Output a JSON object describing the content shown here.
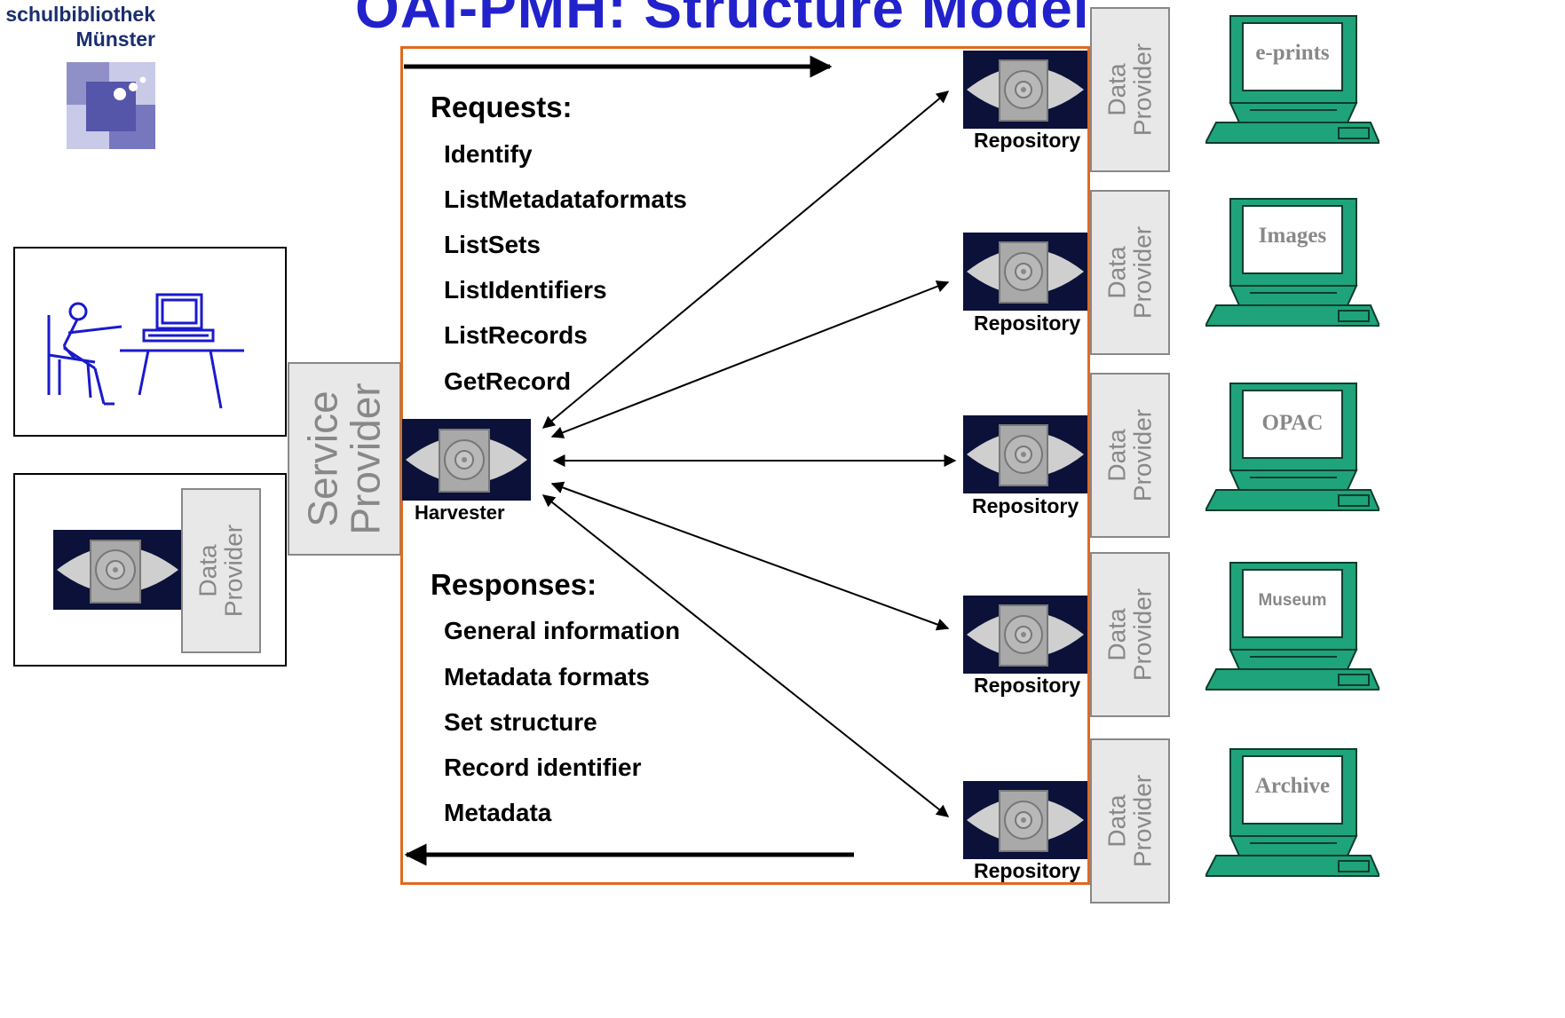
{
  "title": "OAI-PMH: Structure Model",
  "logo": {
    "line1": "schulbibliothek",
    "line2": "Münster"
  },
  "service_provider": {
    "line1": "Service",
    "line2": "Provider"
  },
  "harvester_label": "Harvester",
  "repository_label": "Repository",
  "data_provider": {
    "line1": "Data",
    "line2": "Provider"
  },
  "requests": {
    "heading": "Requests:",
    "items": [
      "Identify",
      "ListMetadataformats",
      "ListSets",
      "ListIdentifiers",
      "ListRecords",
      "GetRecord"
    ]
  },
  "responses": {
    "heading": "Responses:",
    "items": [
      "General information",
      "Metadata formats",
      "Set structure",
      "Record identifier",
      "Metadata"
    ]
  },
  "terminals": [
    "e-prints",
    "Images",
    "OPAC",
    "Museum",
    "Archive"
  ],
  "colors": {
    "title": "#2222cc",
    "frame": "#e06a1e",
    "terminal": "#1fa37a",
    "user_figure": "#1a1acc",
    "eye_background": "#0b1138"
  }
}
